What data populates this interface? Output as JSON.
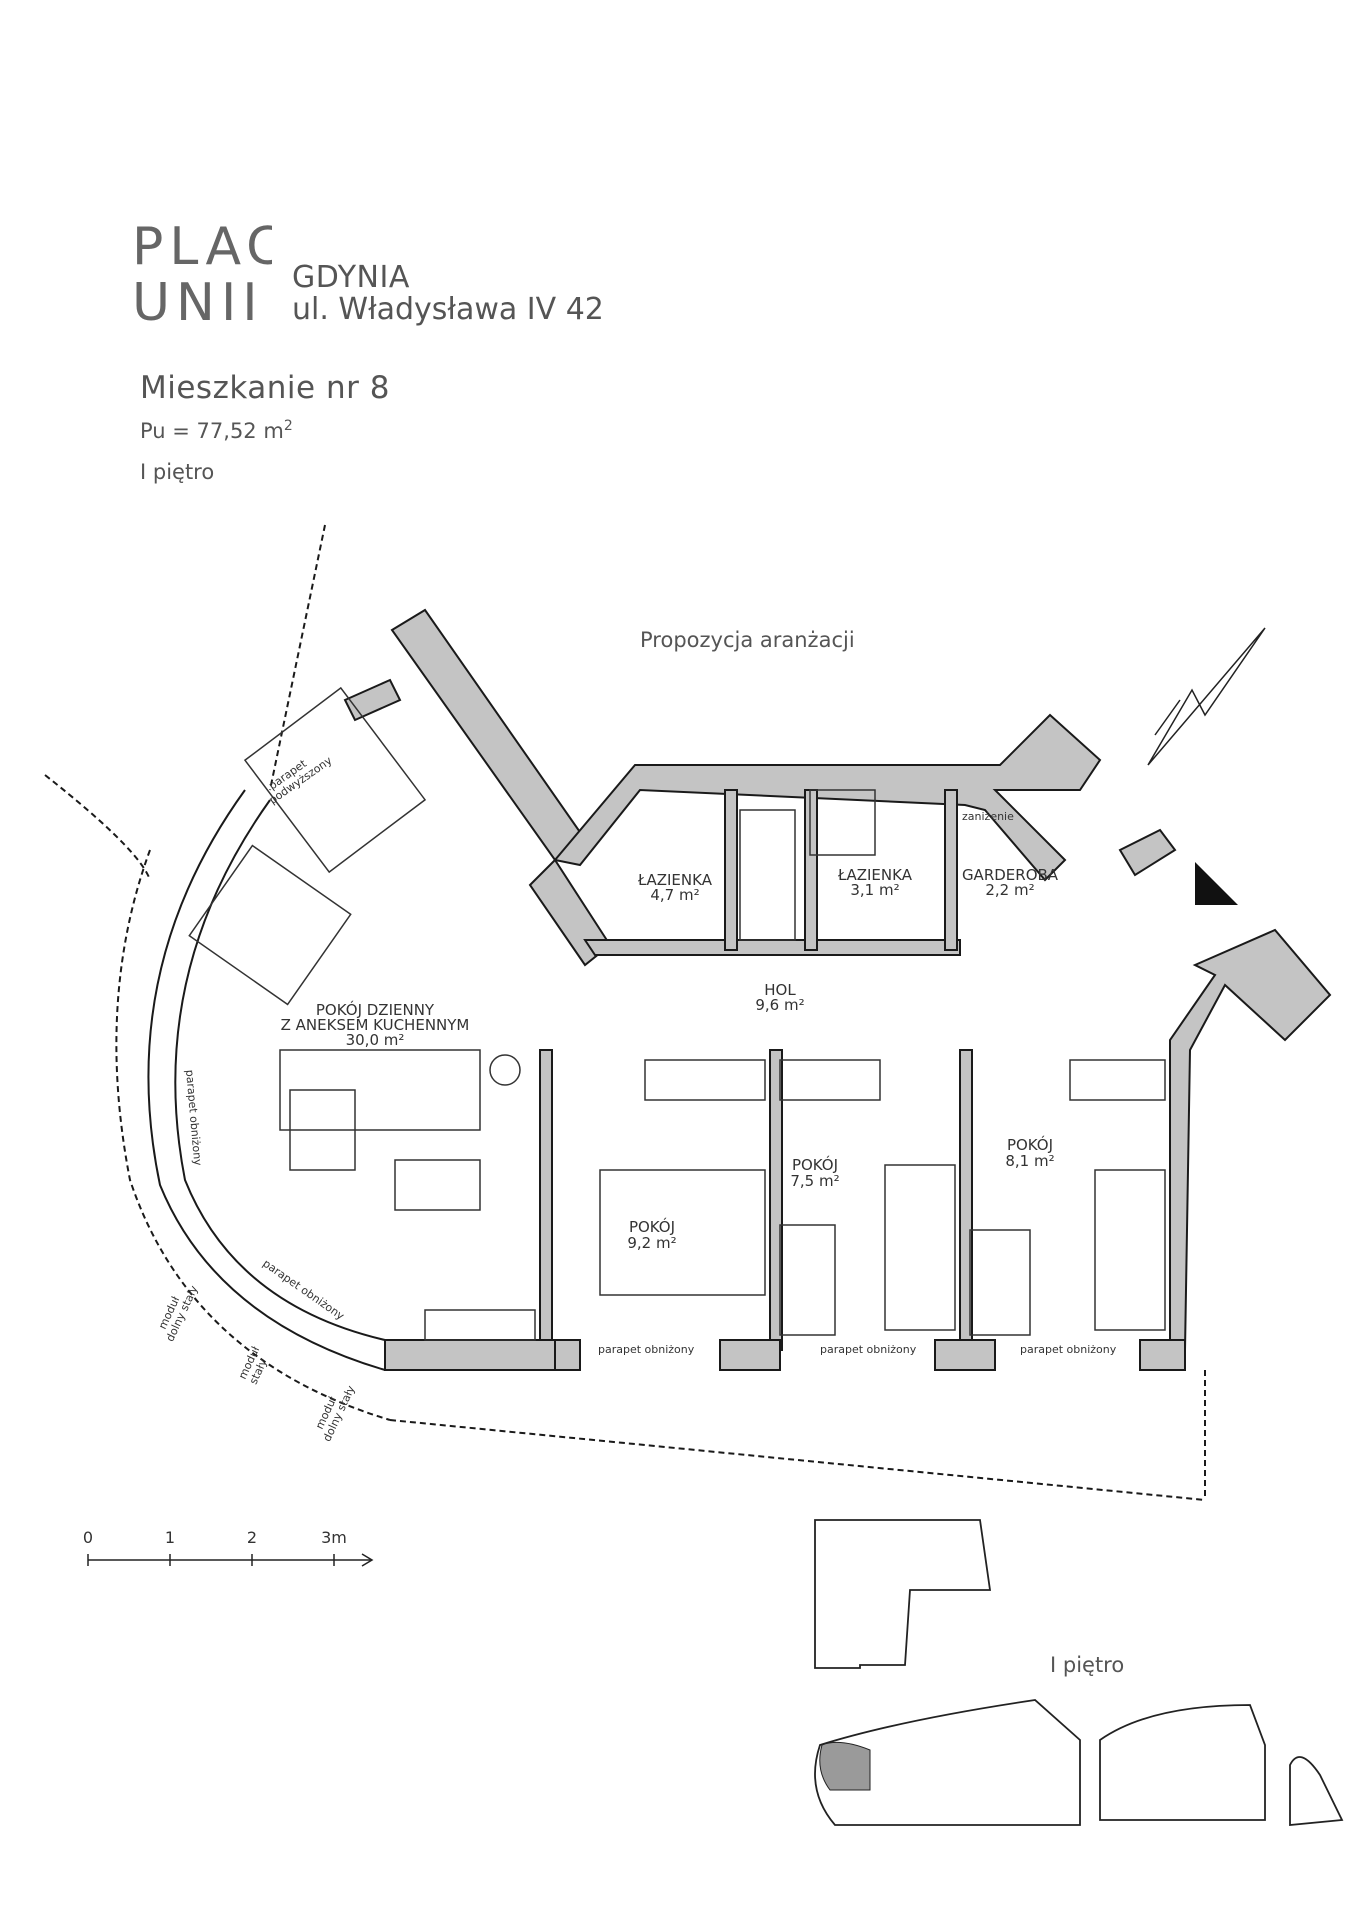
{
  "header": {
    "logo_line1": "PLAC",
    "logo_line2": "UNII",
    "city": "GDYNIA",
    "street": "ul. Władysława IV 42"
  },
  "apartment": {
    "title": "Mieszkanie nr  8",
    "area_label": "Pu =  77,52 m",
    "area_unit_sup": "2",
    "floor": "I piętro"
  },
  "plan": {
    "proposal_label": "Propozycja aranżacji",
    "rooms": [
      {
        "name": "ŁAZIENKA",
        "area": "4,7 m²"
      },
      {
        "name": "ŁAZIENKA",
        "area": "3,1 m²"
      },
      {
        "name": "GARDEROBA",
        "area": "2,2 m²"
      },
      {
        "name": "HOL",
        "area": "9,6 m²"
      },
      {
        "name_line1": "POKÓJ DZIENNY",
        "name_line2": "Z ANEKSEM KUCHENNYM",
        "area": "30,0 m²"
      },
      {
        "name": "POKÓJ",
        "area": "9,2 m²"
      },
      {
        "name": "POKÓJ",
        "area": "7,5 m²"
      },
      {
        "name": "POKÓJ",
        "area": "8,1 m²"
      }
    ],
    "annotations": {
      "lowered_ceiling": "zaniżenie",
      "parapet_raised_line1": "parapet",
      "parapet_raised_line2": "podwyższony",
      "parapet_lowered": "parapet obniżony",
      "module_line1": "moduł",
      "module_line2": "dolny stały",
      "module_short_line2": "stały"
    },
    "scale": {
      "ticks": [
        "0",
        "1",
        "2",
        "3m"
      ]
    }
  },
  "keyplan": {
    "floor_label": "I piętro"
  },
  "colors": {
    "wall": "#c4c4c4",
    "wall_stroke": "#1a1a1a",
    "text": "#555555",
    "line": "#222222"
  }
}
